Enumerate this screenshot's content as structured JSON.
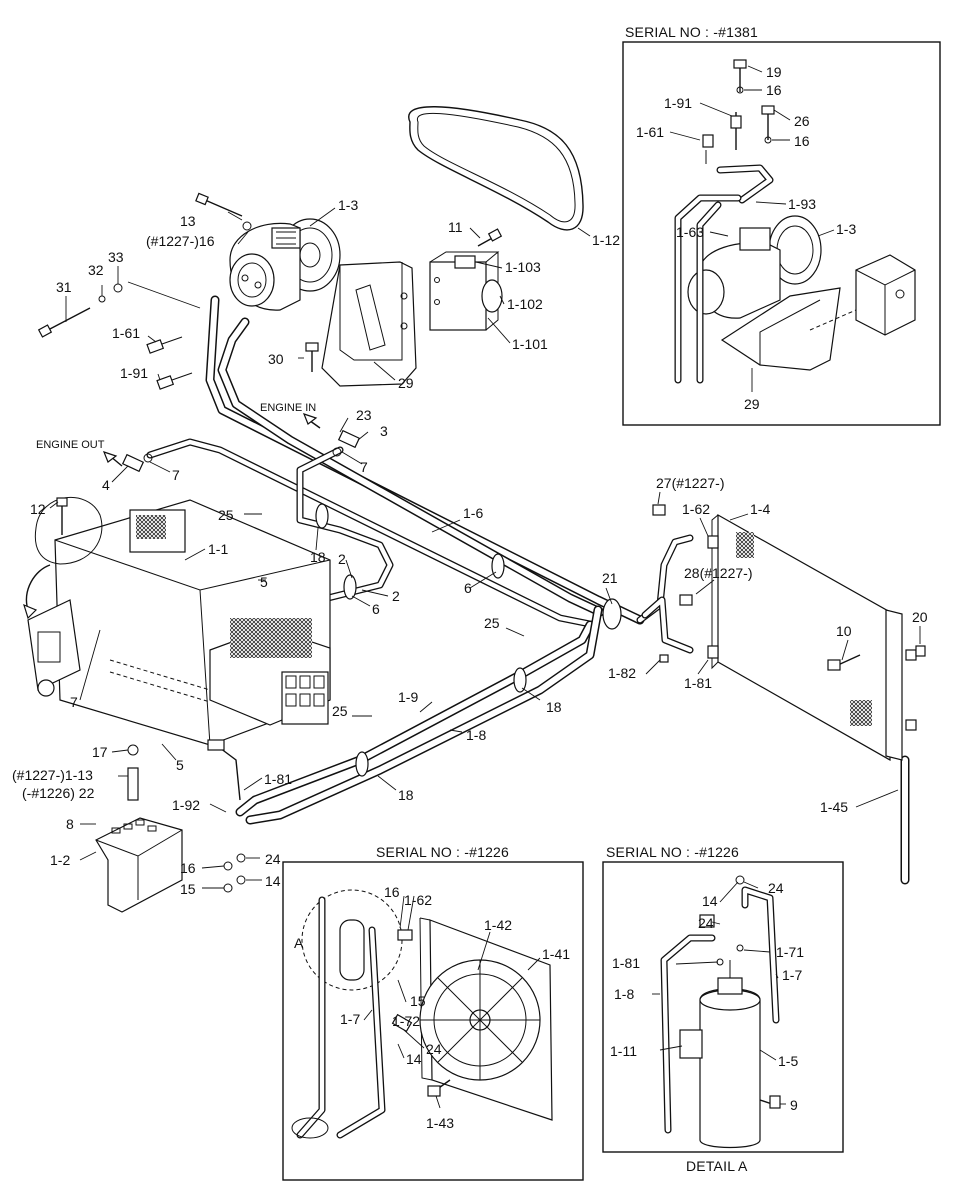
{
  "panels": {
    "top_right": {
      "header": "SERIAL NO : -#1381"
    },
    "bottom_middle": {
      "header": "SERIAL NO : -#1226",
      "detail_marker": "A"
    },
    "bottom_right": {
      "header": "SERIAL NO : -#1226",
      "caption": "DETAIL A"
    }
  },
  "flow_labels": {
    "engine_in": "ENGINE IN",
    "engine_out": "ENGINE OUT"
  },
  "callouts": {
    "c_1_3_main": "1-3",
    "c_13": "13",
    "c_1227_16": "(#1227-)16",
    "c_33": "33",
    "c_32": "32",
    "c_31": "31",
    "c_1_61_main": "1-61",
    "c_1_91_main": "1-91",
    "c_30": "30",
    "c_29_main": "29",
    "c_11": "11",
    "c_1_103": "1-103",
    "c_1_102": "1-102",
    "c_1_101": "1-101",
    "c_1_12": "1-12",
    "c_23": "23",
    "c_3": "3",
    "c_7_a": "7",
    "c_7_b": "7",
    "c_4": "4",
    "c_12": "12",
    "c_25_a": "25",
    "c_1_1": "1-1",
    "c_18_a": "18",
    "c_2_a": "2",
    "c_2_b": "2",
    "c_6_a": "6",
    "c_1_6": "1-6",
    "c_6_b": "6",
    "c_5_a": "5",
    "c_7_c": "7",
    "c_21": "21",
    "c_27": "27(#1227-)",
    "c_1_62_main": "1-62",
    "c_1_4": "1-4",
    "c_28": "28(#1227-)",
    "c_20": "20",
    "c_10": "10",
    "c_25_b": "25",
    "c_1_82": "1-82",
    "c_1_81_right": "1-81",
    "c_18_b": "18",
    "c_1_9": "1-9",
    "c_1_8": "1-8",
    "c_25_c": "25",
    "c_17": "17",
    "c_5_b": "5",
    "c_1227_1_13": "(#1227-)1-13",
    "c_1226_22": "(-#1226) 22",
    "c_1_81_mid": "1-81",
    "c_18_c": "18",
    "c_1_92": "1-92",
    "c_8": "8",
    "c_1_2": "1-2",
    "c_16_main": "16",
    "c_15_main": "15",
    "c_24_main": "24",
    "c_14_main": "14",
    "c_1_45": "1-45",
    "tr_19": "19",
    "tr_16_a": "16",
    "tr_1_91": "1-91",
    "tr_26": "26",
    "tr_16_b": "16",
    "tr_1_61": "1-61",
    "tr_1_93": "1-93",
    "tr_1_63": "1-63",
    "tr_1_3": "1-3",
    "tr_29": "29",
    "bm_16": "16",
    "bm_1_62": "1-62",
    "bm_1_42": "1-42",
    "bm_1_41": "1-41",
    "bm_15": "15",
    "bm_1_72": "1-72",
    "bm_1_7": "1-7",
    "bm_24": "24",
    "bm_14": "14",
    "bm_1_43": "1-43",
    "br_14": "14",
    "br_24_a": "24",
    "br_24_b": "24",
    "br_1_71": "1-71",
    "br_1_81": "1-81",
    "br_1_7": "1-7",
    "br_1_8": "1-8",
    "br_1_11": "1-11",
    "br_1_5": "1-5",
    "br_9": "9"
  }
}
